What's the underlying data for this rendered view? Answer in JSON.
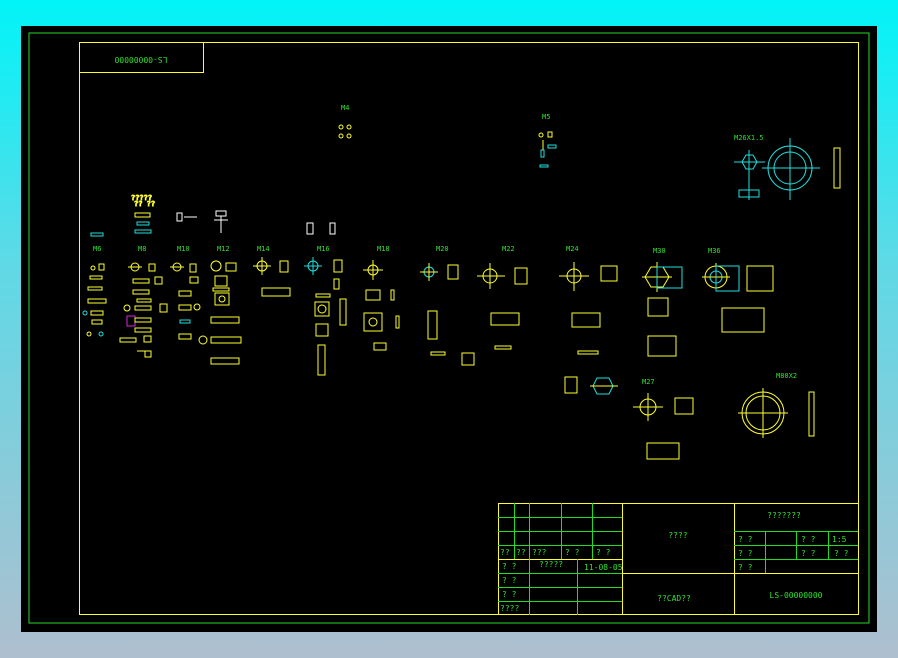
{
  "drawing": {
    "top_code_rotated": "LS-00000000",
    "size_labels": [
      "M4",
      "M5",
      "M26X1.5",
      "M6",
      "M8",
      "M10",
      "M12",
      "M14",
      "M16",
      "M18",
      "M20",
      "M22",
      "M24",
      "M30",
      "M36",
      "M27",
      "M80X2"
    ]
  },
  "title_block": {
    "grid_header": [
      "??",
      "??",
      "???",
      "? ?",
      "? ?"
    ],
    "row_labels": [
      "? ?",
      "? ?",
      "? ?",
      "????"
    ],
    "signature": "?????",
    "date": "11-08-05",
    "part_name": "????",
    "company": "??CAD??",
    "material": "???????",
    "right_labels": [
      "? ?",
      "? ?",
      "? ?",
      "? ?",
      "? ?"
    ],
    "scale": "1:5",
    "sheet": "? ?",
    "drawing_number": "LS-00000000"
  }
}
